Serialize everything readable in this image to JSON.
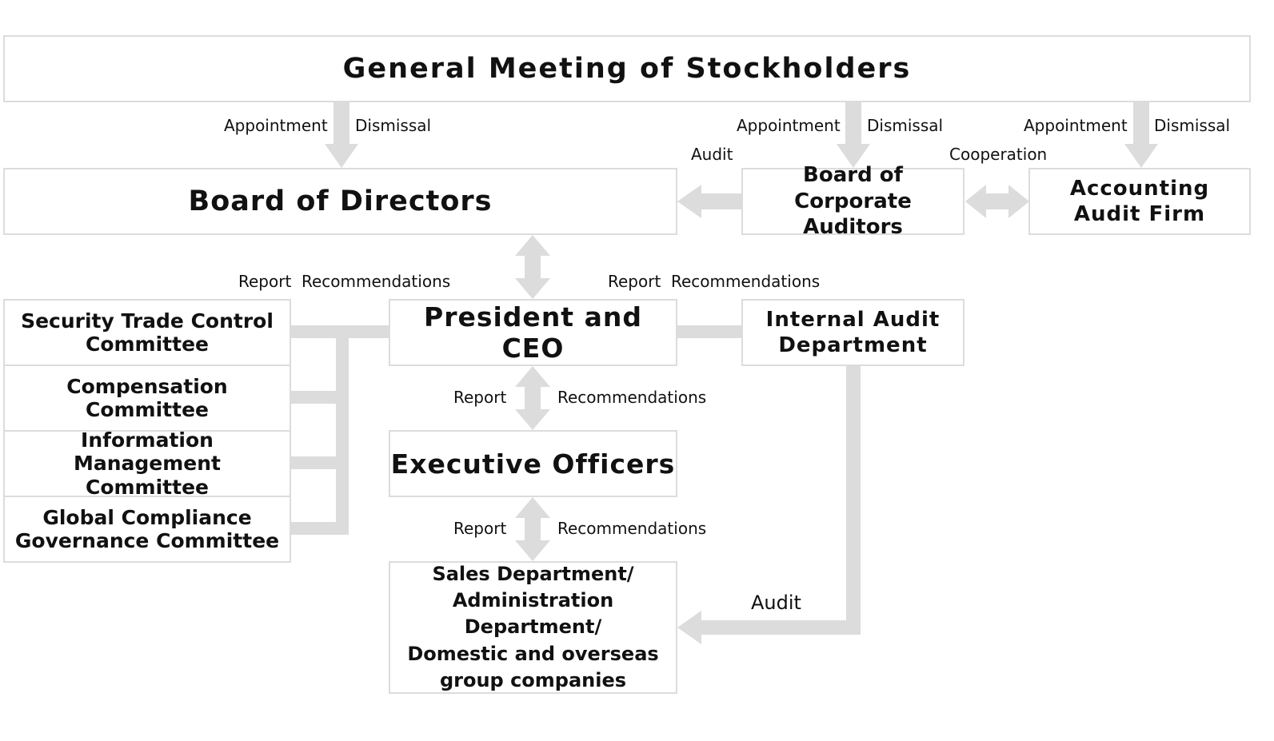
{
  "nodes": {
    "general_meeting": "General Meeting of Stockholders",
    "board_of_directors": "Board of Directors",
    "board_of_corporate_auditors": "Board of Corporate\nAuditors",
    "accounting_audit_firm": "Accounting\nAudit Firm",
    "security_trade_control": "Security Trade Control\nCommittee",
    "compensation_committee": "Compensation Committee",
    "information_management": "Information Management\nCommittee",
    "global_compliance": "Global Compliance\nGovernance Committee",
    "president_ceo": "President and CEO",
    "internal_audit": "Internal Audit\nDepartment",
    "executive_officers": "Executive Officers",
    "sales_admin": "Sales Department/\nAdministration Department/\nDomestic and overseas\ngroup companies"
  },
  "labels": {
    "appointment_1": "Appointment",
    "dismissal_1": "Dismissal",
    "appointment_2": "Appointment",
    "dismissal_2": "Dismissal",
    "appointment_3": "Appointment",
    "dismissal_3": "Dismissal",
    "audit_board": "Audit",
    "cooperation": "Cooperation",
    "report_committees": "Report",
    "recommendations_committees": "Recommendations",
    "report_internal_audit": "Report",
    "recommendations_internal_audit": "Recommendations",
    "report_ceo_exec": "Report",
    "recommendations_ceo_exec": "Recommendations",
    "report_exec_sales": "Report",
    "recommendations_exec_sales": "Recommendations",
    "audit_sales": "Audit"
  },
  "colors": {
    "connector": "#dcdcdc",
    "box_border": "#dcdcdc",
    "text": "#111111"
  }
}
